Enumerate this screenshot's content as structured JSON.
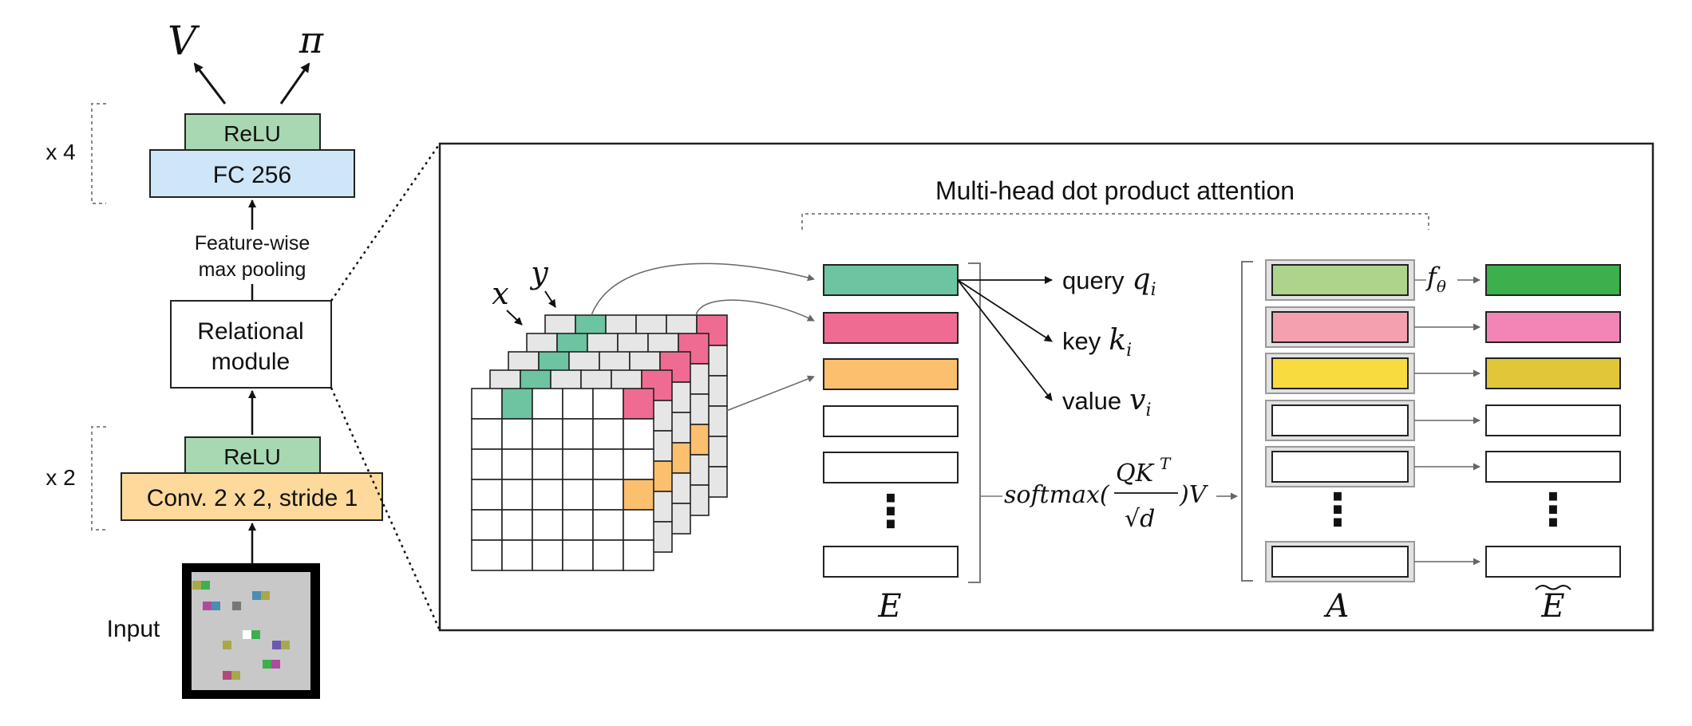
{
  "left_column": {
    "outputs": {
      "value_symbol": "V",
      "policy_symbol": "π"
    },
    "fc_stack": {
      "repeat_label": "x 4",
      "activation_label": "ReLU",
      "layer_label": "FC 256"
    },
    "pooling_label_line1": "Feature-wise",
    "pooling_label_line2": "max pooling",
    "relational_module_line1": "Relational",
    "relational_module_line2": "module",
    "conv_stack": {
      "repeat_label": "x 2",
      "activation_label": "ReLU",
      "layer_label": "Conv. 2 x 2, stride 1"
    },
    "input_label": "Input"
  },
  "attention_panel": {
    "title": "Multi-head dot product attention",
    "axis_x": "x",
    "axis_y": "y",
    "query_word": "query",
    "query_symbol": "q",
    "query_sub": "i",
    "key_word": "key",
    "key_symbol": "k",
    "key_sub": "i",
    "value_word": "value",
    "value_symbol": "v",
    "value_sub": "i",
    "f_symbol": "f",
    "f_sub": "θ",
    "softmax_prefix": "softmax(",
    "softmax_num": "QK",
    "softmax_sup": "T",
    "softmax_den": "√d",
    "softmax_suffix": ")V",
    "label_E": "E",
    "label_A": "A",
    "label_Etilde": "E",
    "vertical_ellipsis": "⋮"
  },
  "colors": {
    "relu_green": "#a8d8b1",
    "fc_blue": "#cfe6f8",
    "conv_orange": "#fdd99b",
    "teal": "#6cc4a0",
    "pink": "#f06b92",
    "orange": "#fbbf6e",
    "light_green": "#acd48b",
    "light_pink": "#f4a0ae",
    "yellow": "#f8db3e",
    "green_out": "#3bb04c",
    "pink_out": "#f285b6",
    "olive_out": "#e0c638",
    "cell_grey": "#e6e6e6",
    "input_bg": "#c8c8c8"
  }
}
